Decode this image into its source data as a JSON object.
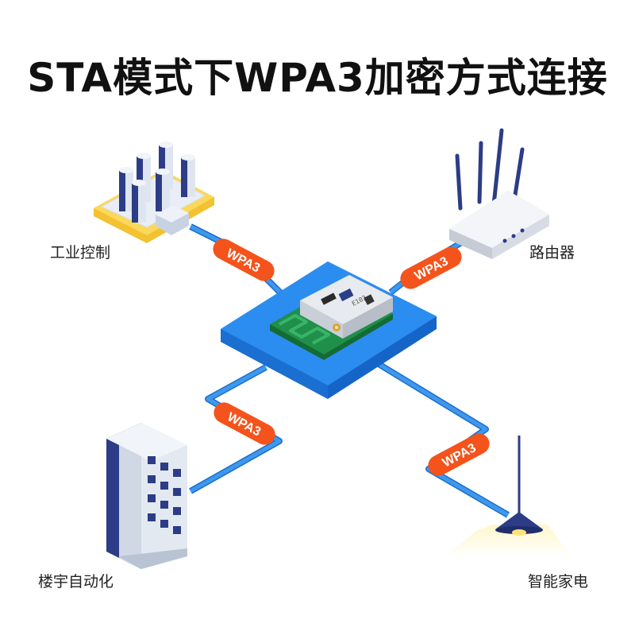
{
  "title": "STA模式下WPA3加密方式连接",
  "badge_text": "WPA3",
  "nodes": {
    "industrial": "工业控制",
    "router": "路由器",
    "building": "楼宇自动化",
    "home": "智能家电"
  },
  "module_marking": "E103",
  "colors": {
    "link": "#2f8ee8",
    "link_edge": "#1d6fcc",
    "badge": "#f4531c",
    "platform_top": "#2b8df0",
    "platform_side": "#1565c8",
    "pcb": "#1f8f4a",
    "shield": "#dfe3e8",
    "building_navy": "#2c3c86",
    "building_facade": "#cfd8e4"
  },
  "icons": [
    "factory-icon",
    "router-icon",
    "office-building-icon",
    "pendant-lamp-icon",
    "wifi-module-icon"
  ]
}
